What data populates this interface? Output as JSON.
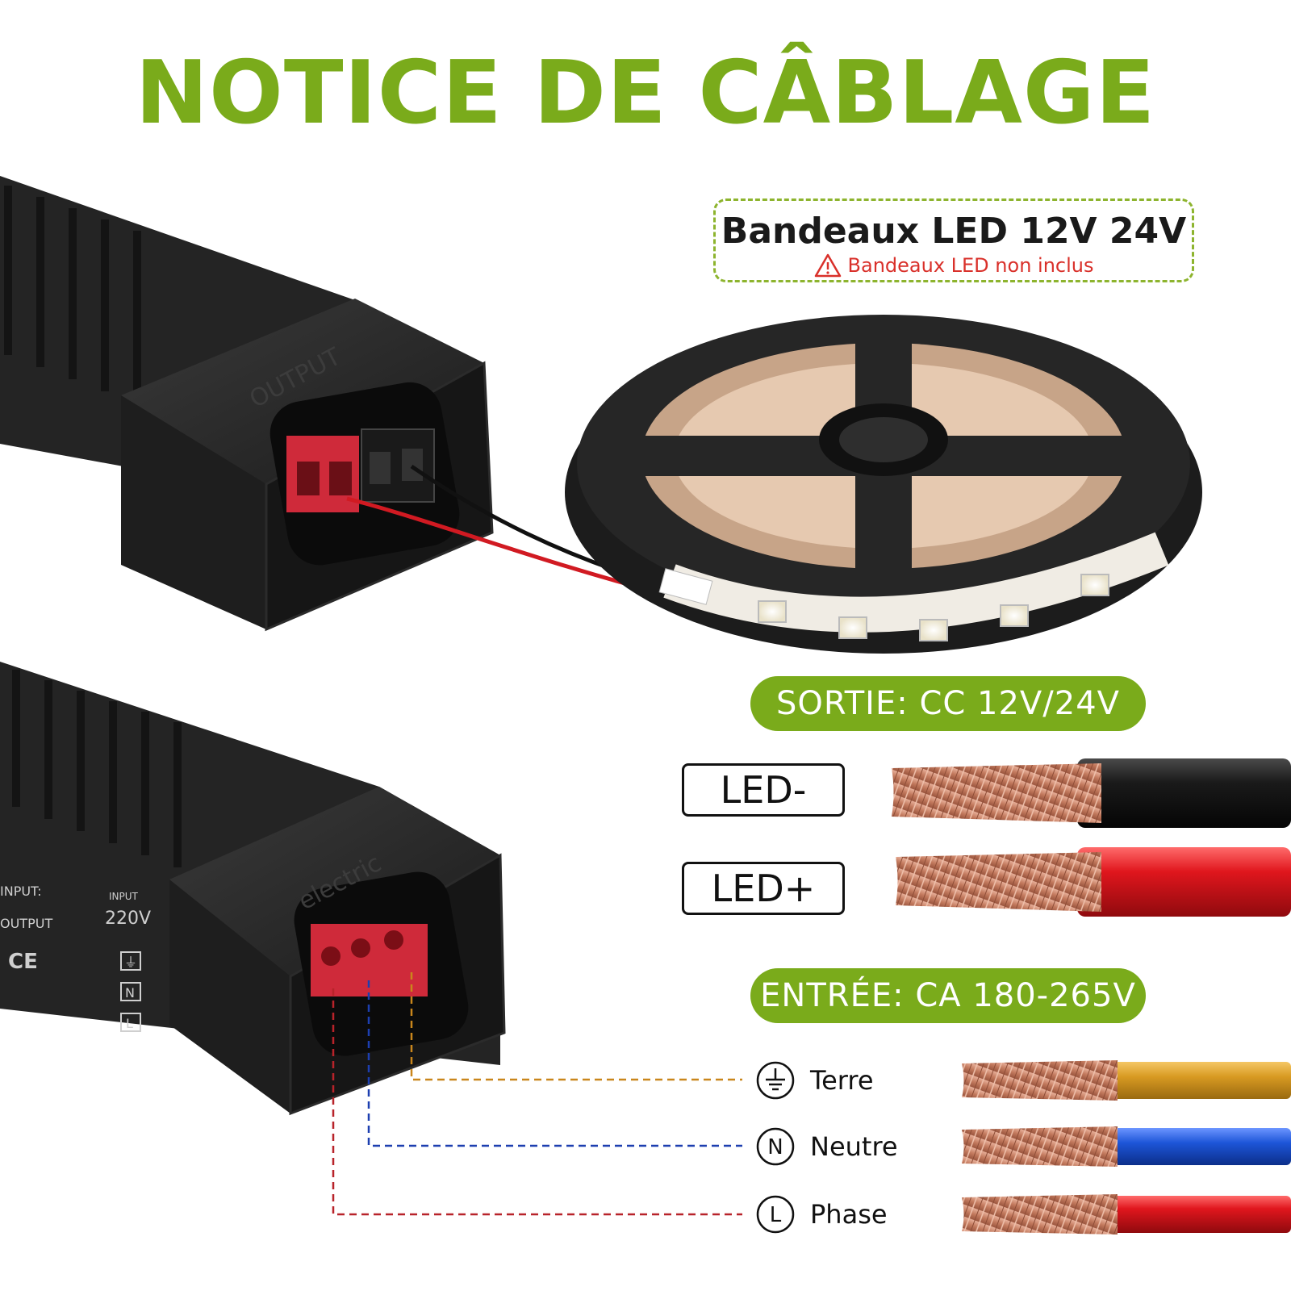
{
  "title": "NOTICE DE CÂBLAGE",
  "strip": {
    "title": "Bandeaux LED 12V 24V",
    "note": "Bandeaux LED non inclus"
  },
  "output": {
    "label": "SORTIE: CC 12V/24V",
    "terminals": [
      {
        "label": "LED-",
        "color": "#151515"
      },
      {
        "label": "LED+",
        "color": "#e0161d"
      }
    ]
  },
  "input": {
    "label": "ENTRÉE: CA 180-265V",
    "terminals": [
      {
        "symbol": "earth",
        "label": "Terre",
        "color": "#d89a22"
      },
      {
        "symbol": "N",
        "label": "Neutre",
        "color": "#1d55d8"
      },
      {
        "symbol": "L",
        "label": "Phase",
        "color": "#e0161d"
      }
    ]
  },
  "device": {
    "top_marking": "OUTPUT",
    "bottom_marking": "electric",
    "side_text": [
      "INPUT:",
      "OUTPUT",
      "CE"
    ],
    "input_text": "INPUT",
    "voltage_text": "220V",
    "terminal_symbols": [
      "⏚",
      "N",
      "L"
    ]
  },
  "colors": {
    "accent": "#7aab1b",
    "warning": "#d9302a",
    "copper": "#c9866b"
  }
}
